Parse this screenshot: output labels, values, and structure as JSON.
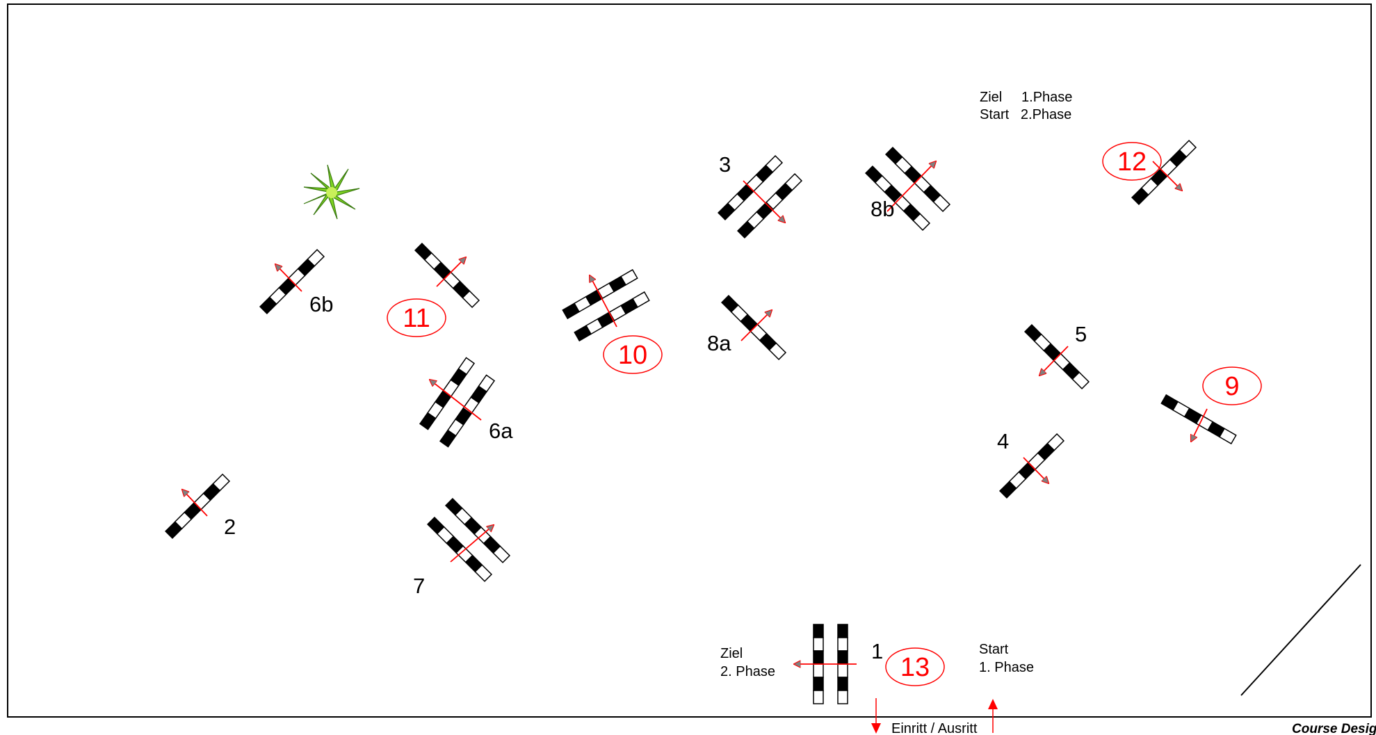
{
  "colors": {
    "fence": "#000000",
    "arrow": "#ff0000",
    "border": "#000000",
    "tree": "#7ed321"
  },
  "obstacles": [
    {
      "id": "1",
      "label": "1",
      "type": "oxer"
    },
    {
      "id": "2",
      "label": "2",
      "type": "vertical"
    },
    {
      "id": "3",
      "label": "3",
      "type": "oxer"
    },
    {
      "id": "4",
      "label": "4",
      "type": "vertical"
    },
    {
      "id": "5",
      "label": "5",
      "type": "vertical"
    },
    {
      "id": "6a",
      "label": "6a",
      "type": "oxer"
    },
    {
      "id": "6b",
      "label": "6b",
      "type": "vertical"
    },
    {
      "id": "7",
      "label": "7",
      "type": "oxer"
    },
    {
      "id": "8a",
      "label": "8a",
      "type": "vertical"
    },
    {
      "id": "8b",
      "label": "8b",
      "type": "oxer"
    },
    {
      "id": "9",
      "label": "9",
      "type": "vertical",
      "phase2": true
    },
    {
      "id": "10",
      "label": "10",
      "type": "oxer",
      "phase2": true
    },
    {
      "id": "11",
      "label": "11",
      "type": "vertical",
      "phase2": true
    },
    {
      "id": "12",
      "label": "12",
      "type": "vertical",
      "phase2": true
    },
    {
      "id": "13",
      "label": "13",
      "type": "oxer",
      "phase2": true
    }
  ],
  "notes": {
    "ziel_line1": "Ziel     1.Phase",
    "start_line2": "Start   2.Phase",
    "ziel_bottom_1": "Ziel",
    "ziel_bottom_2": "2. Phase",
    "start_bottom_1": "Start",
    "start_bottom_2": "1. Phase",
    "entry": "Einritt / Ausritt",
    "credit": "Course Design"
  }
}
